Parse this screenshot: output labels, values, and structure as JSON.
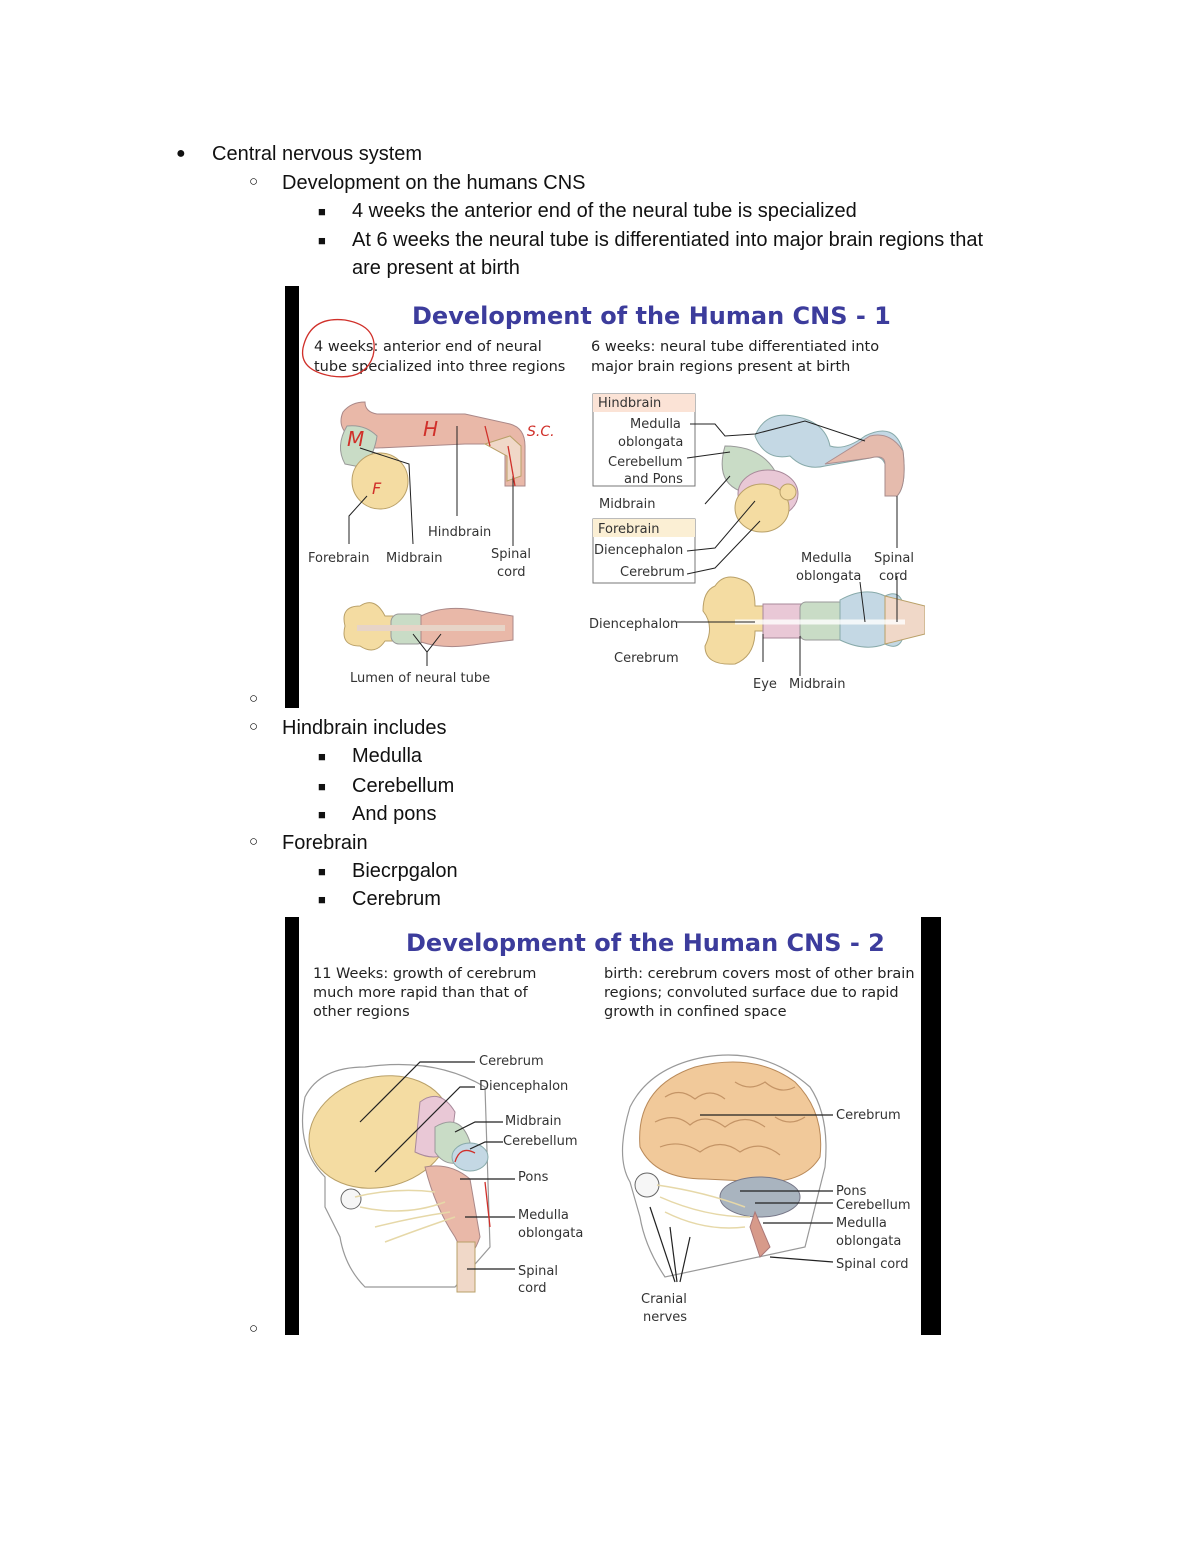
{
  "outline": {
    "l1_central": "Central nervous system",
    "l2_development": "Development on the humans CNS",
    "l3_four_weeks": "4 weeks the anterior end of the neural tube is specialized",
    "l3_six_weeks_line1": "At 6 weeks the neural tube is differentiated into major brain regions that",
    "l3_six_weeks_line2": "are present at birth",
    "l2_hindbrain": "Hindbrain includes",
    "hindbrain_items": [
      "Medulla",
      "Cerebellum",
      "And pons"
    ],
    "l2_forebrain": "Forebrain",
    "forebrain_items": [
      "Biecrpgalon",
      "Cerebrum"
    ]
  },
  "bullets": {
    "level1": "●",
    "level2": "○",
    "level3": "■"
  },
  "figure1": {
    "title": "Development of the Human CNS - 1",
    "left_caption": [
      "4 weeks:  anterior end of neural",
      "tube specialized into three regions"
    ],
    "right_caption": [
      "6 weeks:  neural tube differentiated into",
      "major brain regions present at birth"
    ],
    "labels": {
      "forebrain": "Forebrain",
      "midbrain": "Midbrain",
      "hindbrain": "Hindbrain",
      "spinal": "Spinal",
      "cord": "cord",
      "lumen": "Lumen of neural tube",
      "box_hindbrain": "Hindbrain",
      "medulla": "Medulla",
      "oblongata": "oblongata",
      "cerebellum": "Cerebellum",
      "and_pons": "and Pons",
      "midbrain2": "Midbrain",
      "box_forebrain": "Forebrain",
      "diencephalon": "Diencephalon",
      "cerebrum": "Cerebrum",
      "medulla_b": "Medulla",
      "oblongata_b": "oblongata",
      "spinal_b": "Spinal",
      "cord_b": "cord",
      "diencephalon_b": "Diencephalon",
      "cerebrum_b": "Cerebrum",
      "eye": "Eye",
      "midbrain_b": "Midbrain"
    },
    "annotations": {
      "m": "M",
      "h": "H",
      "f": "F",
      "sc": "S.C."
    }
  },
  "figure2": {
    "title": "Development of the Human CNS - 2",
    "left_caption": [
      "11 Weeks:  growth of cerebrum",
      "much more rapid than that of",
      "other regions"
    ],
    "right_caption": [
      "birth:  cerebrum covers most of other brain",
      "regions; convoluted surface due to rapid",
      "growth in confined space"
    ],
    "left_labels": {
      "cerebrum": "Cerebrum",
      "diencephalon": "Diencephalon",
      "midbrain": "Midbrain",
      "cerebellum": "Cerebellum",
      "pons": "Pons",
      "medulla": "Medulla",
      "oblongata": "oblongata",
      "spinal": "Spinal",
      "cord": "cord"
    },
    "right_labels": {
      "cerebrum": "Cerebrum",
      "pons": "Pons",
      "cerebellum": "Cerebellum",
      "medulla": "Medulla",
      "oblongata": "oblongata",
      "spinal_cord": "Spinal cord",
      "cranial": "Cranial",
      "nerves": "nerves"
    }
  },
  "colors": {
    "forebrain": "#f4dca2",
    "midbrain": "#c9dcc6",
    "hindbrain": "#e9b8a8",
    "diencephalon": "#e9c8d6",
    "spinal": "#f0d8c8",
    "medulla": "#c4d8e4",
    "annotation_red": "#d0302a",
    "title_blue": "#3c3c9c"
  }
}
